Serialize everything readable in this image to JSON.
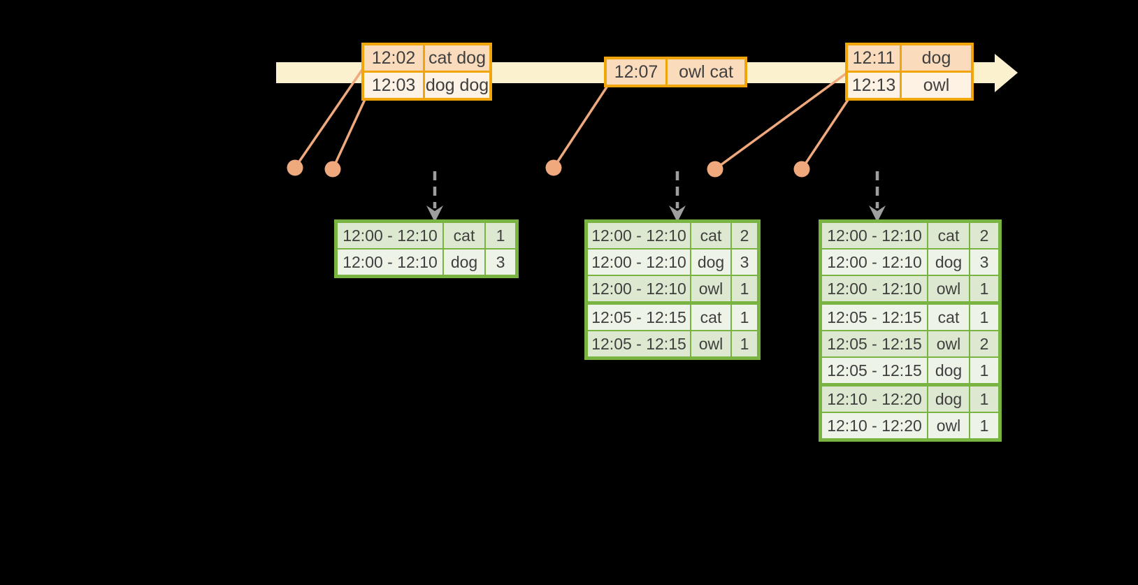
{
  "colors": {
    "background": "#000000",
    "timeline_band": "#fcf1ce",
    "event_border": "#f0a60a",
    "event_row_dark": "#fadcbc",
    "event_row_light": "#fdf2e3",
    "connector": "#f0a97c",
    "trigger_arrow": "#9e9e9e",
    "result_border": "#79b342",
    "result_row_dark": "#dce8cf",
    "result_row_light": "#eef3e8",
    "cell_text": "#3f3f3f"
  },
  "timeline": {
    "event_tables": [
      {
        "rows": [
          {
            "time": "12:02",
            "words": "cat dog"
          },
          {
            "time": "12:03",
            "words": "dog dog"
          }
        ]
      },
      {
        "rows": [
          {
            "time": "12:07",
            "words": "owl cat"
          }
        ]
      },
      {
        "rows": [
          {
            "time": "12:11",
            "words": "dog"
          },
          {
            "time": "12:13",
            "words": "owl"
          }
        ]
      }
    ]
  },
  "result_tables": [
    {
      "rows": [
        {
          "window": "12:00 - 12:10",
          "word": "cat",
          "count": "1"
        },
        {
          "window": "12:00 - 12:10",
          "word": "dog",
          "count": "3"
        }
      ]
    },
    {
      "rows": [
        {
          "window": "12:00 - 12:10",
          "word": "cat",
          "count": "2"
        },
        {
          "window": "12:00 - 12:10",
          "word": "dog",
          "count": "3"
        },
        {
          "window": "12:00 - 12:10",
          "word": "owl",
          "count": "1"
        },
        {
          "window": "12:05 - 12:15",
          "word": "cat",
          "count": "1"
        },
        {
          "window": "12:05 - 12:15",
          "word": "owl",
          "count": "1"
        }
      ]
    },
    {
      "rows": [
        {
          "window": "12:00 - 12:10",
          "word": "cat",
          "count": "2"
        },
        {
          "window": "12:00 - 12:10",
          "word": "dog",
          "count": "3"
        },
        {
          "window": "12:00 - 12:10",
          "word": "owl",
          "count": "1"
        },
        {
          "window": "12:05 - 12:15",
          "word": "cat",
          "count": "1"
        },
        {
          "window": "12:05 - 12:15",
          "word": "owl",
          "count": "2"
        },
        {
          "window": "12:05 - 12:15",
          "word": "dog",
          "count": "1"
        },
        {
          "window": "12:10 - 12:20",
          "word": "dog",
          "count": "1"
        },
        {
          "window": "12:10 - 12:20",
          "word": "owl",
          "count": "1"
        }
      ]
    }
  ]
}
